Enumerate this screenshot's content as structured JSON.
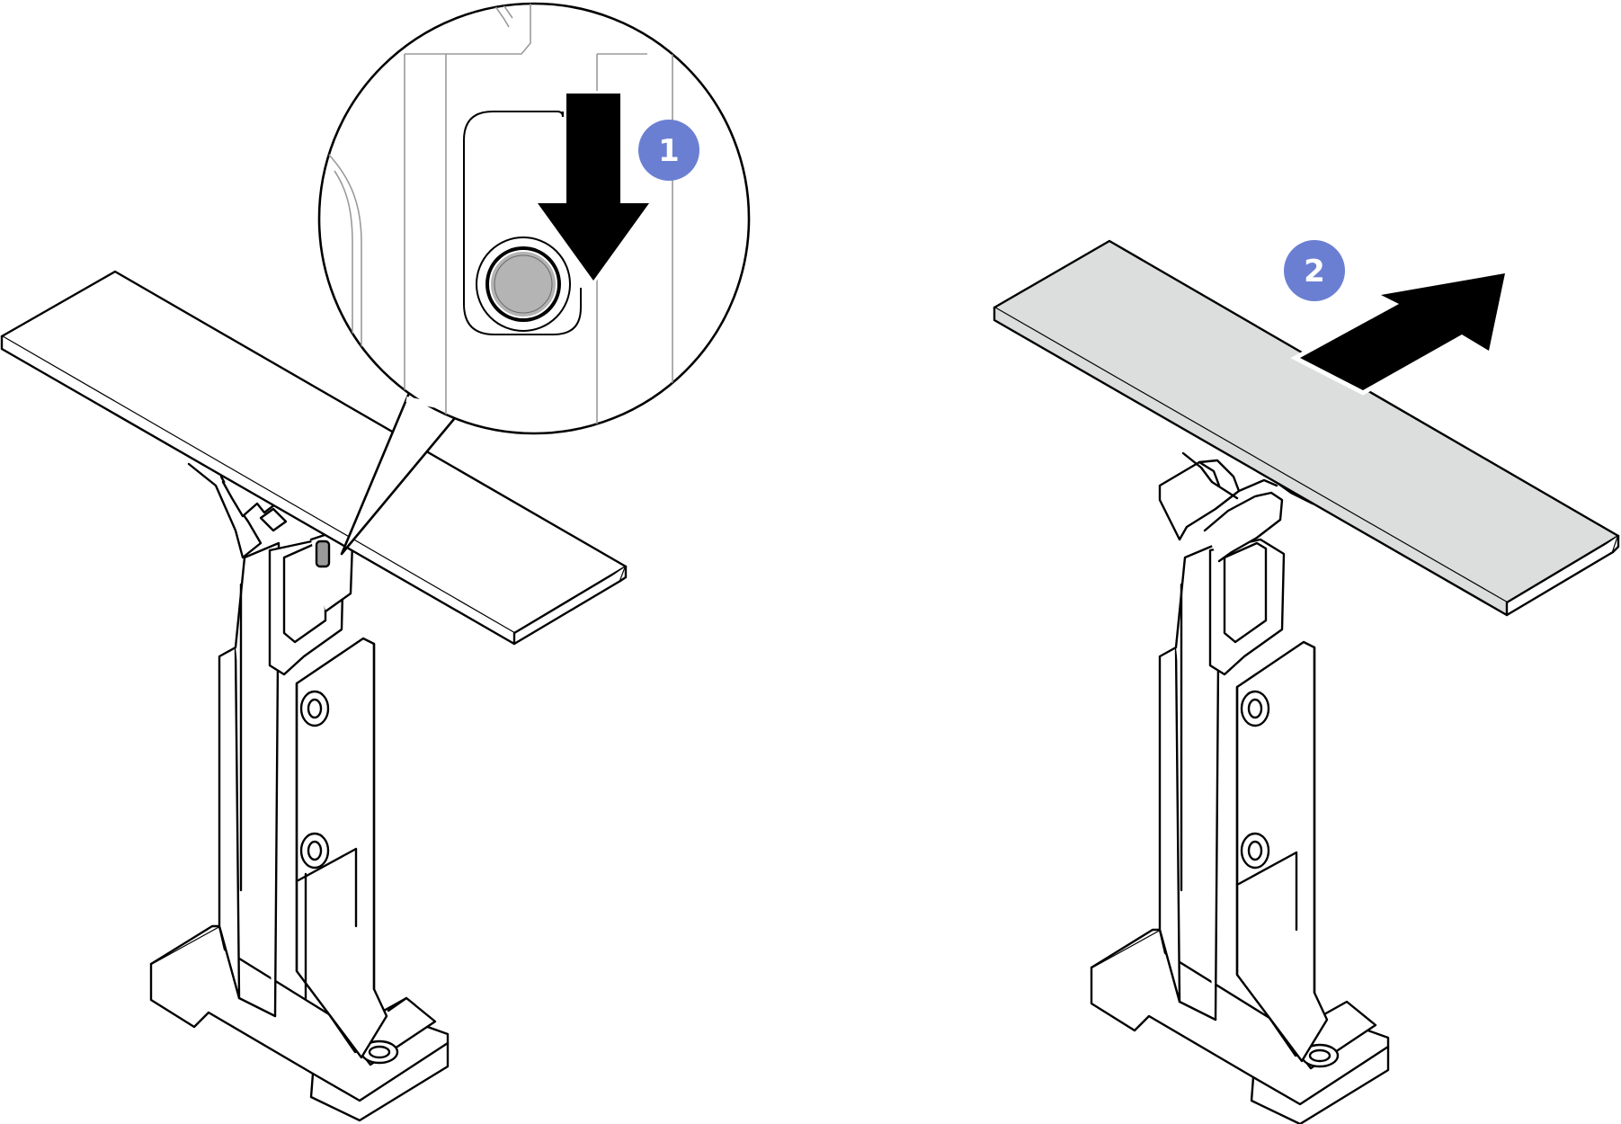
{
  "steps": [
    {
      "number": "1"
    },
    {
      "number": "2"
    }
  ],
  "colors": {
    "step_badge": "#6b7fd2",
    "step_badge_text": "#ffffff",
    "arrow": "#000000",
    "outline": "#000000",
    "card_highlight": "#dcdedd",
    "detail_lines": "#9a9a9a",
    "button_fill": "#b4b4b4"
  },
  "icons": {
    "step1_arrow": "arrow-down-icon",
    "step2_arrow": "arrow-up-right-icon",
    "release_button": "release-button"
  }
}
